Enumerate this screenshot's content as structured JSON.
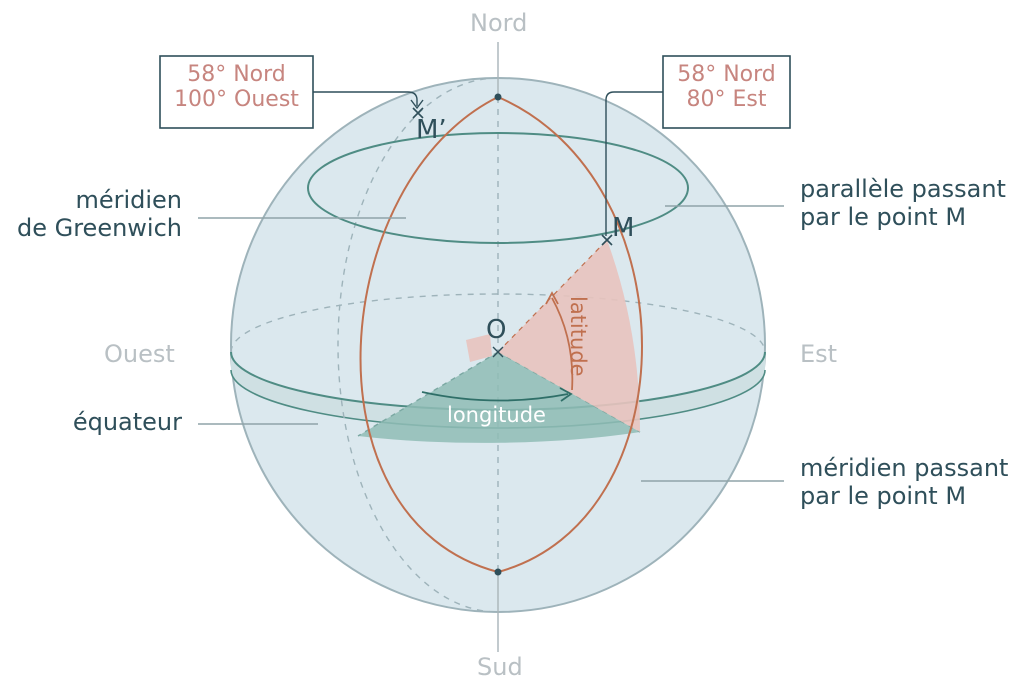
{
  "directions": {
    "nord": "Nord",
    "sud": "Sud",
    "ouest": "Ouest",
    "est": "Est"
  },
  "points": {
    "m": "M",
    "m_prime": "M’",
    "o": "O"
  },
  "boxes": {
    "m_prime": {
      "line1": "58° Nord",
      "line2": "100° Ouest"
    },
    "m": {
      "line1": "58° Nord",
      "line2": "80° Est"
    }
  },
  "labels": {
    "greenwich_line1": "méridien",
    "greenwich_line2": "de Greenwich",
    "equateur": "équateur",
    "parallele_line1": "parallèle passant",
    "parallele_line2": "par le point M",
    "meridien_m_line1": "méridien passant",
    "meridien_m_line2": "par le point M"
  },
  "angles": {
    "latitude": "latitude",
    "longitude": "longitude"
  },
  "colors": {
    "sphere_fill": "#dbe8ee",
    "sphere_stroke": "#9eb3ba",
    "equator_band": "#cfe0e3",
    "teal": "#4f8c84",
    "meridian_red": "#c0704f",
    "pink": "#e8c3be",
    "text_dark": "#2f4f5a",
    "text_light": "#b9c0c4",
    "coord_text": "#c7857f"
  }
}
